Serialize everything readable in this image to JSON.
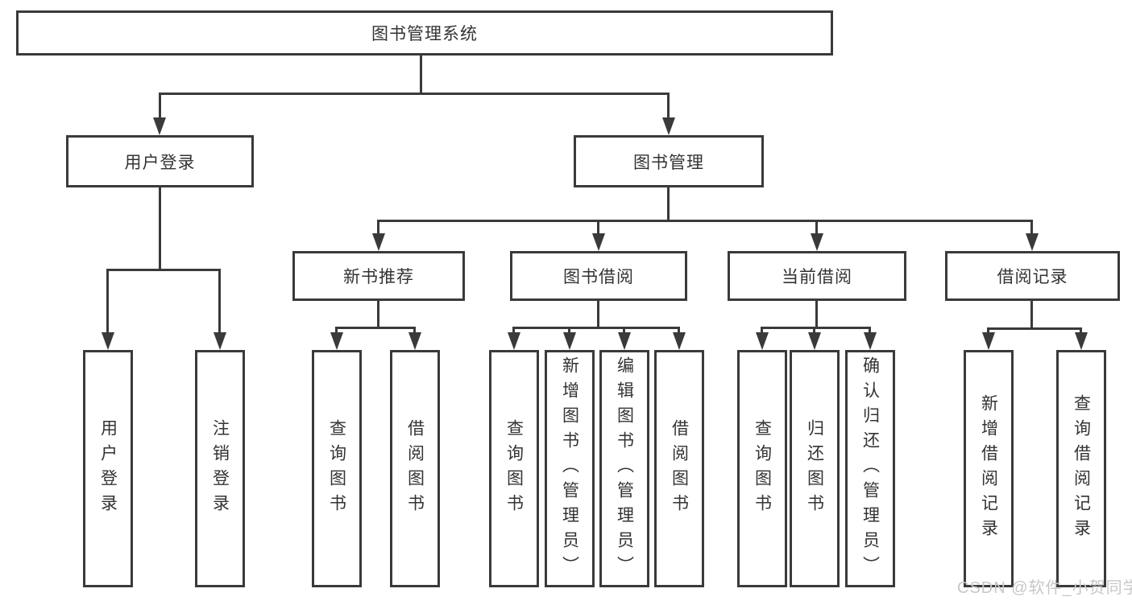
{
  "diagram": {
    "root": {
      "label": "图书管理系统"
    },
    "level2": [
      {
        "label": "用户登录"
      },
      {
        "label": "图书管理"
      }
    ],
    "level3": [
      {
        "label": "新书推荐"
      },
      {
        "label": "图书借阅"
      },
      {
        "label": "当前借阅"
      },
      {
        "label": "借阅记录"
      }
    ],
    "leaves": {
      "user_login": [
        {
          "label": "用户登录"
        },
        {
          "label": "注销登录"
        }
      ],
      "new_books": [
        {
          "label": "查询图书"
        },
        {
          "label": "借阅图书"
        }
      ],
      "book_borrow": [
        {
          "label": "查询图书"
        },
        {
          "label": "新增图书（管理员）"
        },
        {
          "label": "编辑图书（管理员）"
        },
        {
          "label": "借阅图书"
        }
      ],
      "current_borrow": [
        {
          "label": "查询图书"
        },
        {
          "label": "归还图书"
        },
        {
          "label": "确认归还（管理员）"
        }
      ],
      "borrow_records": [
        {
          "label": "新增借阅记录"
        },
        {
          "label": "查询借阅记录"
        }
      ]
    }
  },
  "watermark": {
    "text": "CSDN @软件_小贺同学"
  },
  "colors": {
    "line": "#3a3a3a",
    "text": "#333333",
    "watermark": "#c8c8c8",
    "background": "#ffffff"
  }
}
